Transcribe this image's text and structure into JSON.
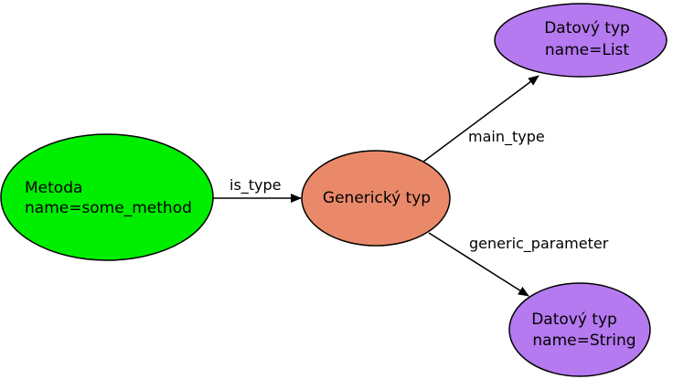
{
  "nodes": {
    "metoda": {
      "line1": "Metoda",
      "line2": "name=some_method",
      "fill": "#00ee00"
    },
    "genericky": {
      "label": "Generický typ",
      "fill": "#e9896a"
    },
    "datovy_list": {
      "line1": "Datový typ",
      "line2": "name=List",
      "fill": "#b579f0"
    },
    "datovy_string": {
      "line1": "Datový typ",
      "line2": "name=String",
      "fill": "#b579f0"
    }
  },
  "edges": {
    "is_type": {
      "label": "is_type"
    },
    "main_type": {
      "label": "main_type"
    },
    "generic_parameter": {
      "label": "generic_parameter"
    }
  }
}
